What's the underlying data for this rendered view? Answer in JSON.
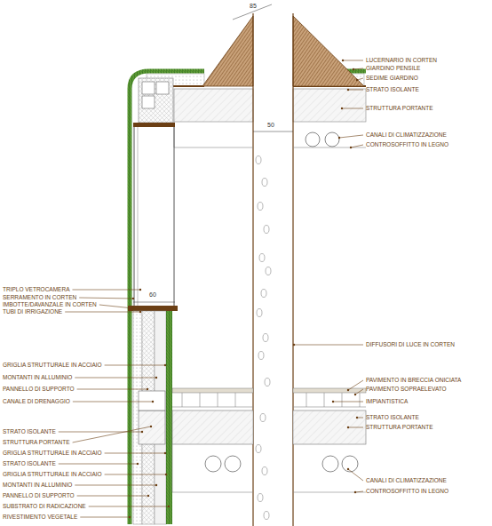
{
  "diagram": {
    "labels": [
      "LUCERNARIO IN CORTEN",
      "GIARDINO PENSILE",
      "SEDIME GIARDINO",
      "STRATO ISOLANTE",
      "STRUTTURA PORTANTE",
      "CANALI DI CLIMATIZZAZIONE",
      "CONTROSOFFITTO IN LEGNO",
      "85",
      "50",
      "60",
      "TRIPLO VETROCAMERA",
      "SERRAMENTO IN CORTEN",
      "IMBOTTE/DAVANZALE IN CORTEN",
      "TUBI DI IRRIGAZIONE",
      "DIFFUSORI DI LUCE IN CORTEN",
      "GRIGLIA STRUTTURALE IN ACCIAIO",
      "MONTANTI IN ALLUMINIO",
      "PANNELLO DI SUPPORTO",
      "CANALE DI DRENAGGIO",
      "PAVIMENTO IN BRECCIA ONICIATA",
      "PAVIMENTO SOPRAELEVATO",
      "IMPIANTISTICA",
      "STRATO ISOLANTE",
      "STRUTTURA PORTANTE",
      "CANALI DI CLIMATIZZAZIONE",
      "CONTROSOFFITTO IN LEGNO",
      "STRATO ISOLANTE",
      "STRUTTURA PORTANTE",
      "GRIGLIA STRUTTURALE IN ACCIAIO",
      "STRATO ISOLANTE",
      "GRIGLIA STRUTTURALE IN ACCIAIO",
      "MONTANTI IN ALLUMINIO",
      "PANNELLO DI SUPPORTO",
      "SUBSTRATO DI RADICAZIONE",
      "RIVESTIMENTO VEGETALE"
    ]
  }
}
